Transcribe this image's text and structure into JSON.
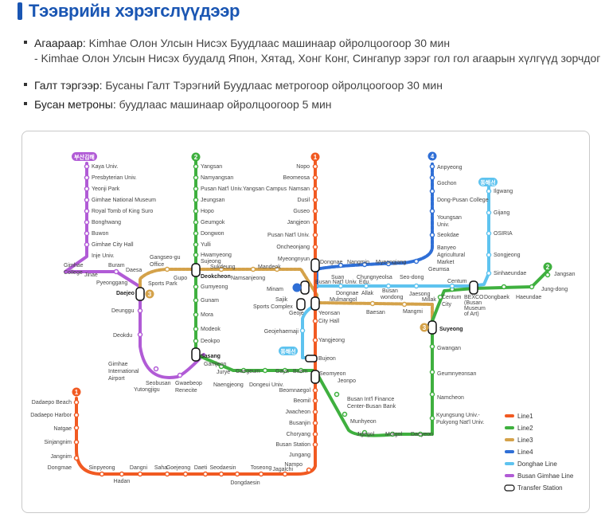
{
  "page_title": "Тээврийн хэрэгслүүдээр",
  "info": [
    {
      "label": "Агаараар:",
      "value": " Kimhae Олон Улсын Нисэх Буудлаас машинаар ойролцоогоор 30 мин",
      "sub": "- Kimhae Олон Улсын Нисэх буудалд Япон, Хятад, Хонг Конг, Сингапур зэрэг гол гол агаарын хүлгүүд зорчдог"
    },
    {
      "label": "Галт тэргээр:",
      "value": " Бусаны Галт Тэрэгний Буудлаас метрогоор ойролцоогоор 30 мин"
    },
    {
      "label": "Бусан метроны:",
      "value": " буудлаас машинаар ойролцоогоор 5 мин"
    }
  ],
  "map": {
    "colors": {
      "line1": "#f15a22",
      "line2": "#3fb03f",
      "line3": "#d4a24a",
      "line4": "#2f6fd6",
      "donghae": "#5ec3ef",
      "gimhae": "#b15bd6"
    },
    "badges": {
      "gimhae": "부산김해",
      "donghae1": "동해선",
      "donghae2": "동해선",
      "line1a": "1",
      "line1b": "1",
      "line2a": "2",
      "line2b": "2",
      "line3a": "3",
      "line3b": "3",
      "line4": "4"
    },
    "legend": [
      "Line1",
      "Line2",
      "Line3",
      "Line4",
      "Donghae Line",
      "Busan Gimhae Line",
      "Transfer Station"
    ],
    "labels": {
      "kaya": "Kaya Univ.",
      "presby": "Presbyterian Univ.",
      "yeonji": "Yeonji Park",
      "gmuseum": "Gimhae National Museum",
      "suro": "Royal Tomb of King Suro",
      "bonghwang": "Bonghwang",
      "buwon": "Buwon",
      "gcityhall": "Gimhae City Hall",
      "inje": "Inje Univ.",
      "gcollege1": "Gimhae",
      "gcollege2": "College",
      "jinae": "Jinae",
      "buram": "Buram",
      "daesa": "Daesa",
      "pyeonggang": "Pyeonggang",
      "daejeo": "Daejeo",
      "deunggu": "Deunggu",
      "deokdu": "Deokdu",
      "gairport1": "Gimhae",
      "gairport2": "International",
      "gairport3": "Airport",
      "seobusan1": "Seobusan",
      "seobusan2": "Yutongjigu",
      "gwaebeop1": "Gwaebeop",
      "gwaebeop2": "Renecite",
      "gangseo1": "Gangseo-gu",
      "gangseo2": "Office",
      "sportspark": "Sports Park",
      "gupo": "Gupo",
      "sukdeung": "Sukdeung",
      "namsanjeong": "Namsanjeong",
      "mandeok": "Mandeok",
      "minam": "Minam",
      "sajik": "Sajik",
      "sportscomplex": "Sports Complex",
      "geoje": "Geoje",
      "yeonsan": "Yeonsan",
      "baesan": "Baesan",
      "mangmi": "Mangmi",
      "suyeong": "Suyeong",
      "yangsan": "Yangsan",
      "namyangsan": "Namyangsan",
      "pnuyangsan": "Pusan Nat'l Univ.Yangsan Campus",
      "jeungsan": "Jeungsan",
      "hopo": "Hopo",
      "geumgok": "Geumgok",
      "dongwon": "Dongwon",
      "yulli": "Yulli",
      "hwamyeong": "Hwamyeong",
      "sujeong": "Sujeong",
      "deokcheon": "Deokcheon",
      "gumyeong": "Gumyeong",
      "gunam": "Gunam",
      "mora": "Mora",
      "modeok": "Modeok",
      "deokpo": "Deokpo",
      "sasang": "Sasang",
      "gamjeon": "Gamjeon",
      "jurye": "Jurye",
      "naengjeong": "Naengjeong",
      "gaegeum": "Gaegeum",
      "dongeui": "Dongeui Univ.",
      "gaya": "Gaya",
      "buam": "Buam",
      "seomyeon": "Seomyeon",
      "jeonpo": "Jeonpo",
      "bifc1": "Busan Int'l Finance",
      "bifc2": "Center-Busan Bank",
      "munhyeon": "Munhyeon",
      "jigegol": "Jigegol",
      "motgol": "Motgol",
      "daeyeon": "Daeyeon",
      "kyungsung1": "Kyungsung Univ.-",
      "kyungsung2": "Pukyong Nat'l Univ.",
      "namcheon": "Namcheon",
      "geumnyeonsan": "Geumnyeonsan",
      "gwangan": "Gwangan",
      "millak": "Millak",
      "centumcity1": "Centum",
      "centumcity2": "City",
      "bexco1": "BEXCO",
      "bexco2": "(Busan",
      "bexco3": "Museum",
      "bexco4": "of Art)",
      "dongbaek": "Dongbaek",
      "haeundae": "Haeundae",
      "jungdong": "Jung-dong",
      "jangsan": "Jangsan",
      "nopo": "Nopo",
      "beomeosa": "Beomeosa",
      "namsan": "Namsan",
      "dusil": "Dusil",
      "guseo": "Guseo",
      "jangjeon": "Jangjeon",
      "pnu": "Pusan Nat'l Univ.",
      "oncheonjang": "Oncheonjang",
      "myeongnyun": "Myeongnyun",
      "dongnae": "Dongnae",
      "cityhall": "City Hall",
      "yangjeong": "Yangjeong",
      "bujeon": "Bujeon",
      "beomnaegol": "Beomnaegol",
      "beomil": "Beomil",
      "jwacheon": "Jwacheon",
      "busanjin": "Busanjin",
      "choryang": "Choryang",
      "busanstation": "Busan Station",
      "jungang": "Jungang",
      "nampo": "Nampo",
      "jagalchi": "Jagalchi",
      "toseong": "Toseong",
      "dongdaesin": "Dongdaesin",
      "seodaesin": "Seodaesin",
      "daeti": "Daeti",
      "goejeong": "Goejeong",
      "saha": "Saha",
      "dangni": "Dangni",
      "hadan": "Hadan",
      "sinpyeong": "Sinpyeong",
      "dongmae": "Dongmae",
      "jangnim": "Jangnim",
      "sinjangnim": "Sinjangnim",
      "natgae": "Natgae",
      "dadaepoharbor": "Dadaepo Harbor",
      "dadaepobeach": "Dadaepo Beach",
      "nangmin": "Nangmin",
      "myeongjang": "Myeongjang",
      "chungnyeolsa": "Chungnyeolsa",
      "allak": "Allak",
      "suan": "Suan",
      "pnuedu": "Busan Nat'l Univ. Edu.",
      "busanwondong1": "Busan",
      "busanwondong2": "wondong",
      "seodong": "Seo-dong",
      "geumsa": "Geumsa",
      "banyeo1": "Banyeo",
      "banyeo2": "Agricultural",
      "banyeo3": "Market",
      "seokdae": "Seokdae",
      "youngsan1": "Youngsan",
      "youngsan2": "Univ.",
      "dongpusan": "Dong-Pusan College",
      "gochon": "Gochon",
      "anpyeong": "Anpyeong",
      "jaesong": "Jaesong",
      "centum": "Centum",
      "dongnaeD": "Dongnae",
      "mulmangol": "Mulmangol",
      "geojehaemaji": "Geojehaemaji",
      "ilgwang": "Ilgwang",
      "gijang": "Gijang",
      "osiria": "OSIRIA",
      "songjeong": "Songjeong",
      "sinhaeundae": "Sinhaeundae"
    }
  }
}
